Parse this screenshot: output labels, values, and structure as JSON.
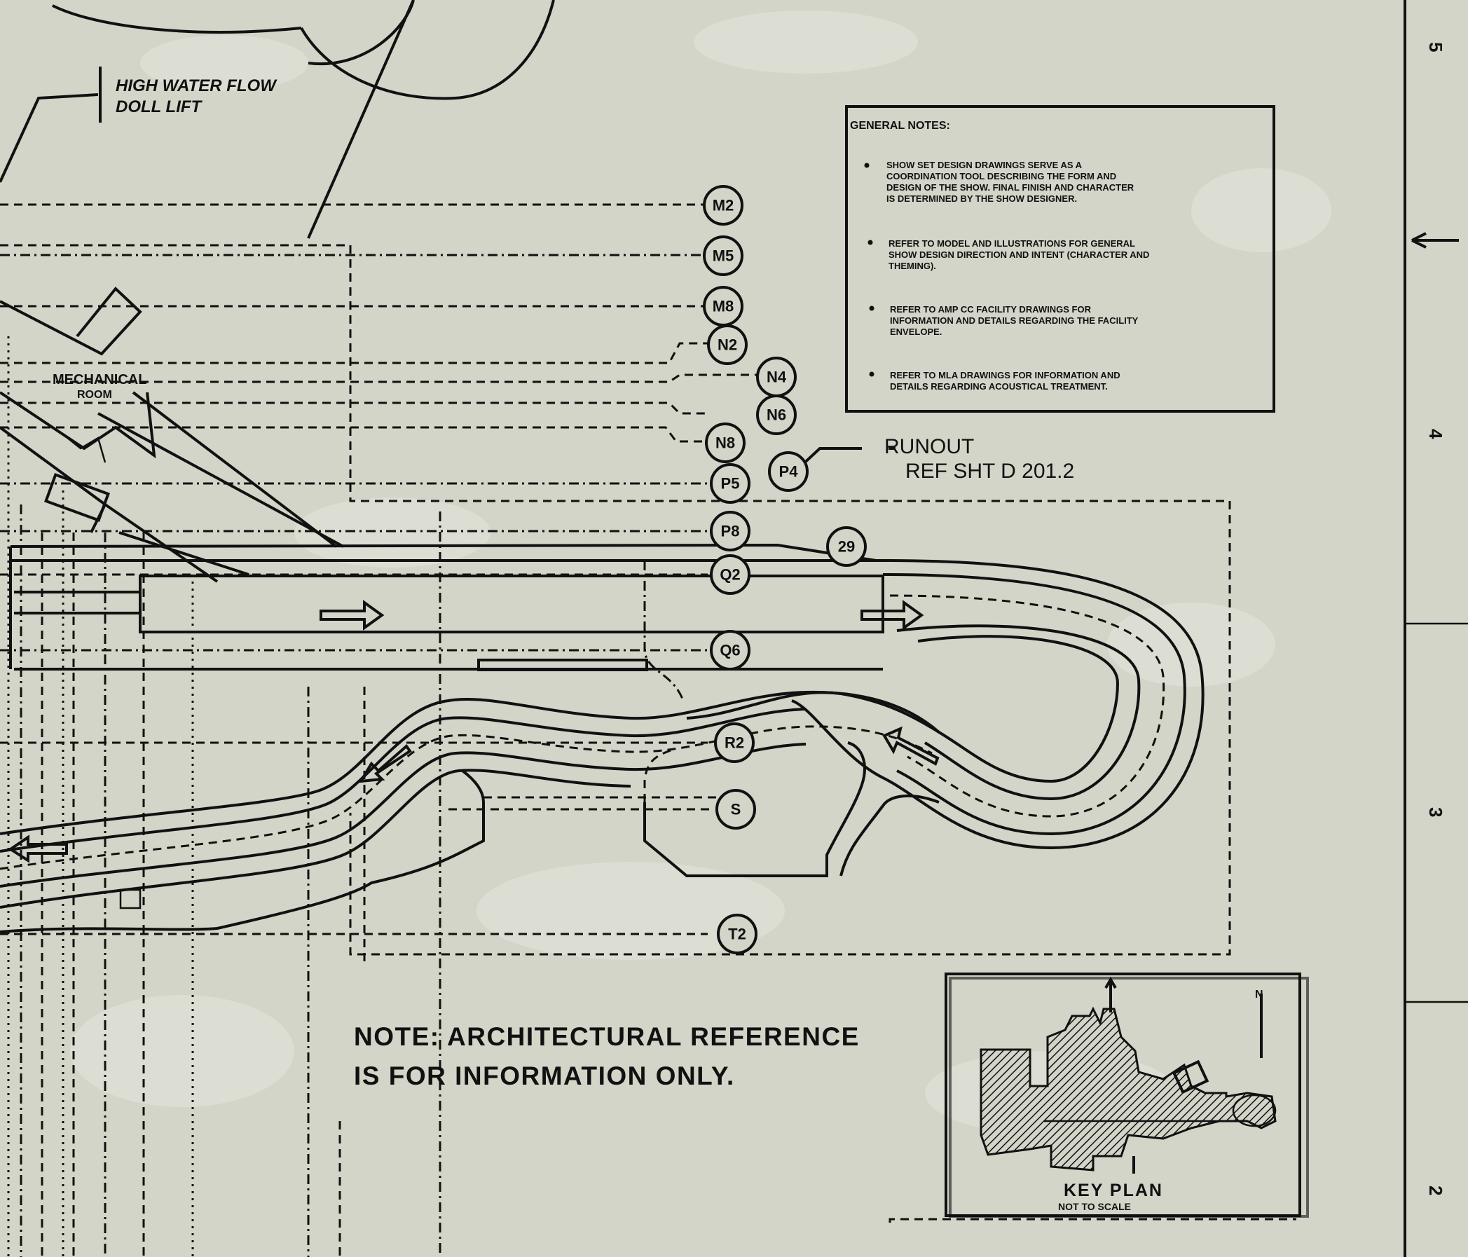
{
  "handwritten_note": {
    "line1": "HIGH WATER FLOW",
    "line2": "DOLL LIFT"
  },
  "room_label": {
    "line1": "MECHANICAL",
    "line2": "ROOM"
  },
  "general_notes": {
    "title": "GENERAL NOTES:",
    "items": [
      {
        "lines": [
          "SHOW SET DESIGN DRAWINGS SERVE AS A",
          "COORDINATION TOOL DESCRIBING THE FORM AND",
          "DESIGN OF THE SHOW. FINAL FINISH AND CHARACTER",
          "IS DETERMINED BY THE SHOW DESIGNER."
        ]
      },
      {
        "lines": [
          "REFER TO MODEL AND ILLUSTRATIONS FOR GENERAL",
          "SHOW DESIGN DIRECTION AND INTENT (CHARACTER AND",
          "THEMING)."
        ]
      },
      {
        "lines": [
          "REFER TO AMP CC FACILITY DRAWINGS FOR",
          "INFORMATION AND DETAILS REGARDING THE FACILITY",
          "ENVELOPE."
        ]
      },
      {
        "lines": [
          "REFER TO MLA DRAWINGS FOR INFORMATION AND",
          "DETAILS REGARDING ACOUSTICAL TREATMENT."
        ]
      }
    ]
  },
  "tags": {
    "M2": "M2",
    "M5": "M5",
    "M8": "M8",
    "N2": "N2",
    "N4": "N4",
    "N6": "N6",
    "N8": "N8",
    "P5": "P5",
    "P4": "P4",
    "P8": "P8",
    "Q2": "Q2",
    "Q6": "Q6",
    "T29": "29",
    "R2": "R2",
    "S": "S",
    "T2": "T2"
  },
  "runout": {
    "line1": "RUNOUT",
    "line2": "REF SHT D 201.2"
  },
  "main_note": {
    "line1": "NOTE: ARCHITECTURAL REFERENCE",
    "line2": "IS FOR INFORMATION ONLY."
  },
  "key_plan": {
    "title": "KEY PLAN",
    "subtitle": "NOT TO SCALE",
    "north": "N"
  },
  "grid_numbers": {
    "g5": "5",
    "g4": "4",
    "g3": "3",
    "g2": "2"
  }
}
